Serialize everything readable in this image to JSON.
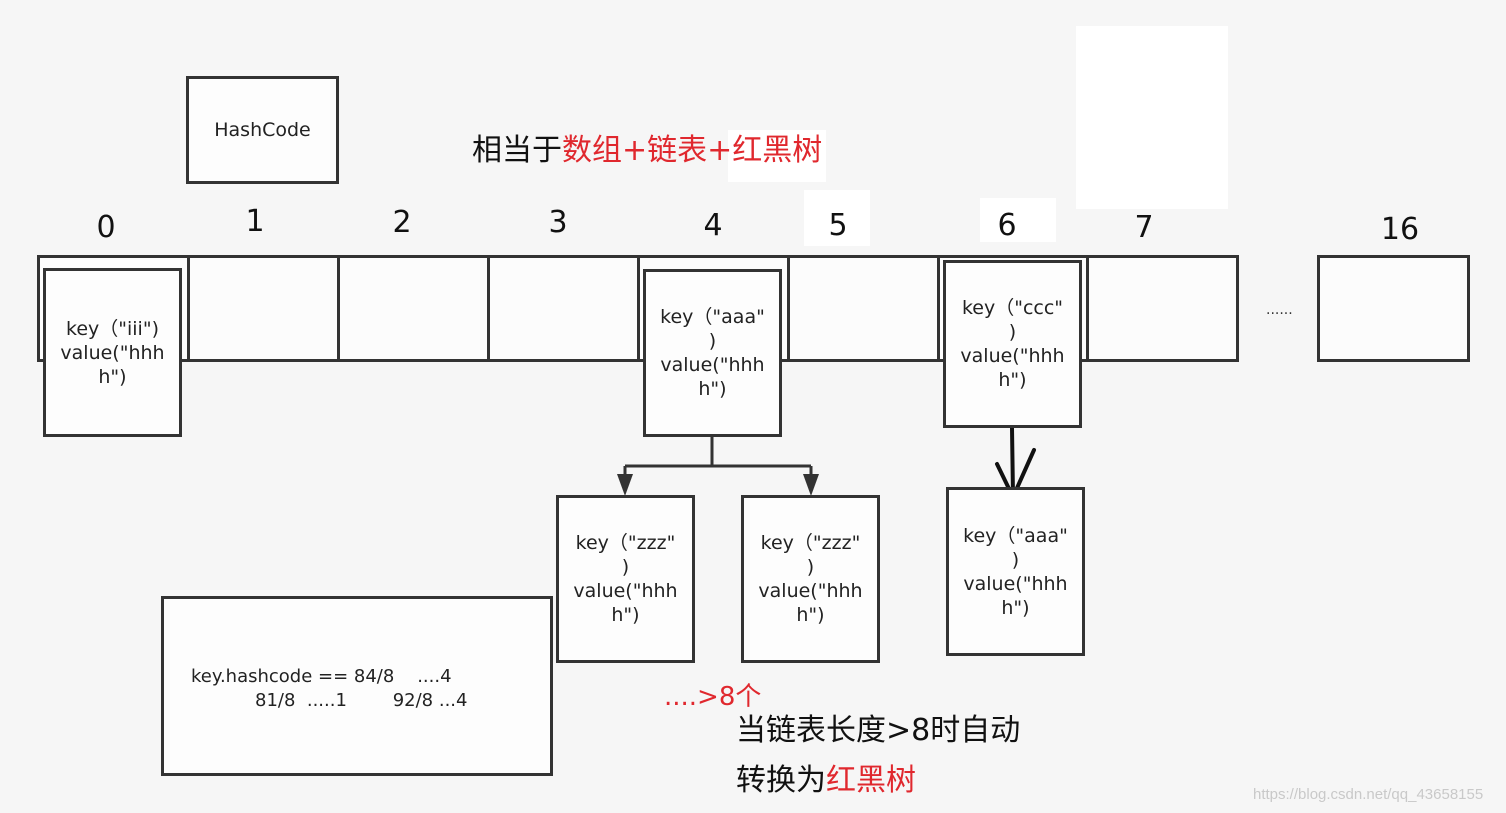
{
  "hashcode_label": "HashCode",
  "title": {
    "prefix": "相当于",
    "highlight": "数组+链表+红黑树"
  },
  "indices": [
    "0",
    "1",
    "2",
    "3",
    "4",
    "5",
    "6",
    "7",
    "16"
  ],
  "ellipsis": "......",
  "nodes": {
    "slot0": "key（\"iii\")\nvalue(\"hhh\nh\")",
    "slot4": "key（\"aaa\"\n)\nvalue(\"hhh\nh\")",
    "slot6": "key（\"ccc\"\n)\nvalue(\"hhh\nh\")",
    "chain_left": "key（\"zzz\"\n)\nvalue(\"hhh\nh\")",
    "chain_right": "key（\"zzz\"\n)\nvalue(\"hhh\nh\")",
    "tree_node": "key（\"aaa\"\n)\nvalue(\"hhh\nh\")"
  },
  "hash_note": {
    "line1": "key.hashcode == 84/8    ....4",
    "line2": "81/8  .....1        92/8 ...4"
  },
  "threshold_label": "....>8个",
  "conversion_note": {
    "line1": "当链表长度>8时自动",
    "line2_prefix": "转换为",
    "line2_highlight": "红黑树"
  },
  "watermark": "https://blog.csdn.net/qq_43658155",
  "colors": {
    "background": "#f6f6f6",
    "stroke": "#333333",
    "highlight_red": "#e0282e"
  }
}
